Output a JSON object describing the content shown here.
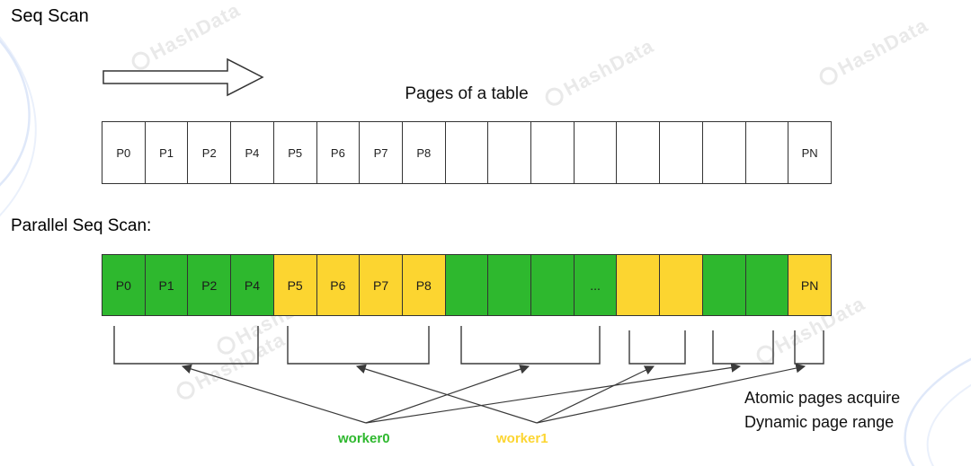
{
  "colors": {
    "green": "#2eb82e",
    "yellow": "#fcd530",
    "border": "#333333"
  },
  "seq_scan": {
    "title": "Seq Scan",
    "table_label": "Pages of a table",
    "cells": [
      "P0",
      "P1",
      "P2",
      "P4",
      "P5",
      "P6",
      "P7",
      "P8",
      "",
      "",
      "",
      "",
      "",
      "",
      "",
      "",
      "PN"
    ]
  },
  "parallel": {
    "title": "Parallel Seq Scan:",
    "cells": [
      {
        "label": "P0",
        "color": "green"
      },
      {
        "label": "P1",
        "color": "green"
      },
      {
        "label": "P2",
        "color": "green"
      },
      {
        "label": "P4",
        "color": "green"
      },
      {
        "label": "P5",
        "color": "yellow"
      },
      {
        "label": "P6",
        "color": "yellow"
      },
      {
        "label": "P7",
        "color": "yellow"
      },
      {
        "label": "P8",
        "color": "yellow"
      },
      {
        "label": "",
        "color": "green"
      },
      {
        "label": "",
        "color": "green"
      },
      {
        "label": "",
        "color": "green"
      },
      {
        "label": "...",
        "color": "green"
      },
      {
        "label": "",
        "color": "yellow"
      },
      {
        "label": "",
        "color": "yellow"
      },
      {
        "label": "",
        "color": "green"
      },
      {
        "label": "",
        "color": "green"
      },
      {
        "label": "PN",
        "color": "yellow"
      }
    ],
    "workers": [
      {
        "label": "worker0",
        "color": "green"
      },
      {
        "label": "worker1",
        "color": "yellow"
      }
    ]
  },
  "annotation": {
    "line1": "Atomic pages acquire",
    "line2": "Dynamic page range"
  },
  "watermark": {
    "text": "HashData"
  }
}
